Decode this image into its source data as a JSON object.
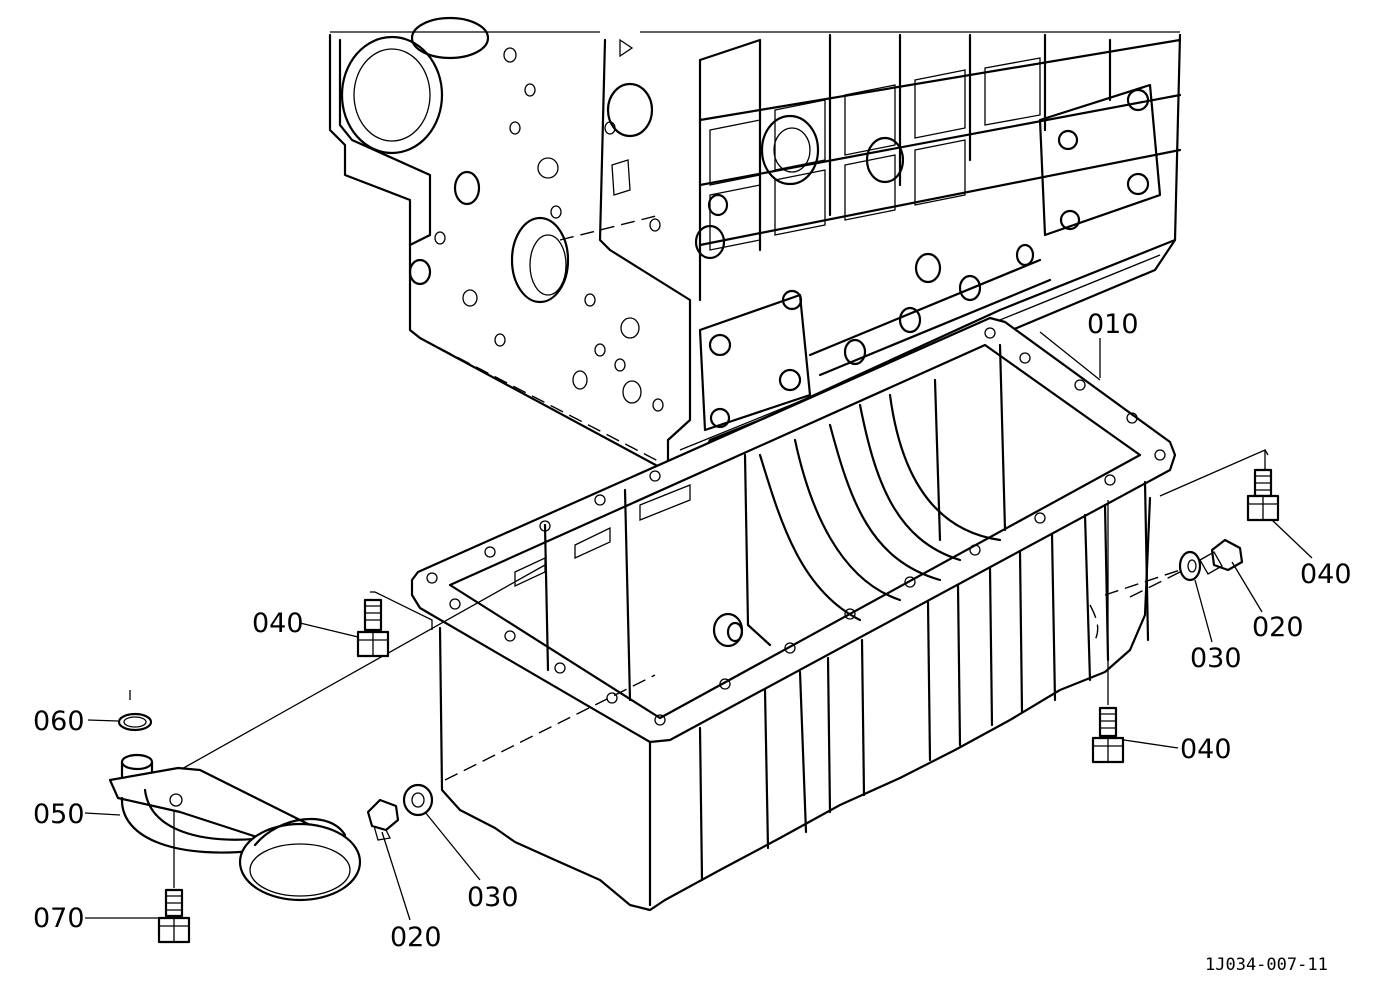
{
  "diagram": {
    "drawing_code": "1J034-007-11",
    "callouts": {
      "oil_pan": "010",
      "drain_plug_right": "020",
      "drain_plug_left": "020",
      "gasket_right": "030",
      "gasket_left": "030",
      "bolt_left": "040",
      "bolt_right_top": "040",
      "bolt_right_bottom": "040",
      "strainer": "050",
      "o_ring": "060",
      "strainer_bolt": "070"
    }
  }
}
